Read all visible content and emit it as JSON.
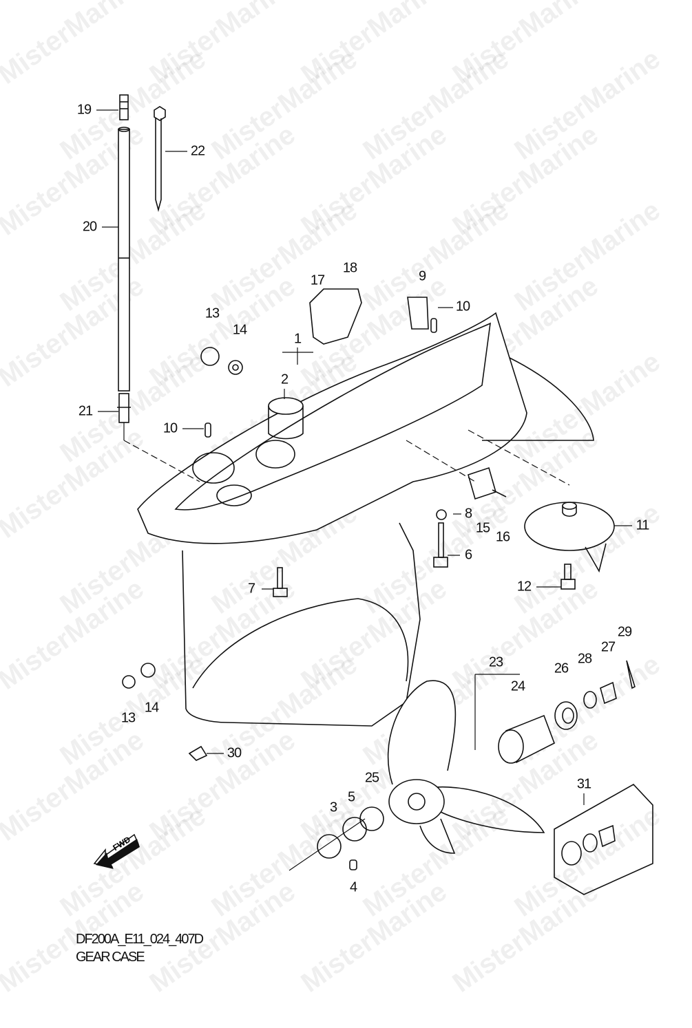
{
  "watermark": "MisterMarine",
  "callouts": [
    "19",
    "22",
    "20",
    "18",
    "17",
    "9",
    "10",
    "13",
    "14",
    "1",
    "2",
    "21",
    "10",
    "8",
    "15",
    "16",
    "11",
    "6",
    "7",
    "12",
    "29",
    "27",
    "23",
    "28",
    "26",
    "24",
    "13",
    "14",
    "30",
    "31",
    "25",
    "3",
    "5",
    "4"
  ],
  "fwd_label": "FWD",
  "caption": {
    "code": "DF200A_E11_024_407D",
    "title": "GEAR CASE"
  }
}
